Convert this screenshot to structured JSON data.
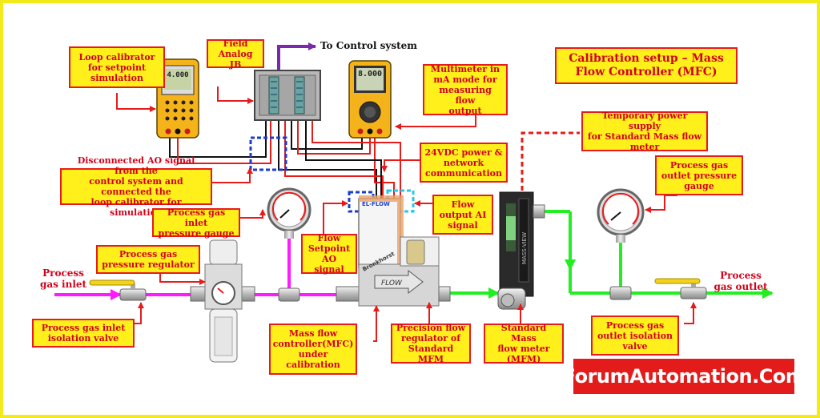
{
  "title": "Calibration setup – Mass\nFlow Controller (MFC)",
  "brand": "ForumAutomation.Com",
  "to_control_system": "To Control system",
  "labels": {
    "loop_calibrator": "Loop calibrator\nfor setpoint\nsimulation",
    "field_analog_jb": "Field\nAnalog JB",
    "multimeter": "Multimeter in\nmA mode for\nmeasuring flow\noutput",
    "temp_power_supply": "Temporary power supply\nfor Standard Mass flow\nmeter",
    "power_network": "24VDC power &\nnetwork\ncommunication",
    "disconnected_ao": "Disconnected AO signal from the\ncontrol system and connected the\nloop calibrator for simulation",
    "flow_output_ai": "Flow\noutput AI\nsignal",
    "outlet_pressure_gauge": "Process gas\noutlet pressure\ngauge",
    "inlet_pressure_gauge": "Process gas inlet\npressure gauge",
    "flow_setpoint_ao": "Flow\nSetpoint\nAO signal",
    "pressure_regulator": "Process gas\npressure regulator",
    "process_gas_inlet": "Process\ngas inlet",
    "process_gas_outlet": "Process\ngas outlet",
    "inlet_isolation_valve": "Process gas inlet\nisolation valve",
    "mfc_under_calibration": "Mass flow\ncontroller(MFC)\nunder\ncalibration",
    "precision_flow_regulator": "Precision flow\nregulator of\nStandard MFM",
    "standard_mfm": "Standard Mass\nflow meter\n(MFM)",
    "outlet_isolation_valve": "Process gas\noutlet isolation\nvalve"
  },
  "device_text": {
    "mfc_brand": "Bronkhorst",
    "mfc_flow": "FLOW",
    "mfc_top": "EL-FLOW",
    "mfm_side": "MASS-VIEW",
    "multimeter_reading": "8.000",
    "calibrator_reading": "4.000"
  },
  "colors": {
    "inlet_pipe": "#ff1aff",
    "outlet_pipe": "#22ee22",
    "arrow": "#e81b1b",
    "label_fill": "#ffef1a",
    "label_border": "#e81b1b",
    "control_arrow": "#7a2aa8",
    "brand_bg": "#e31b1b"
  }
}
